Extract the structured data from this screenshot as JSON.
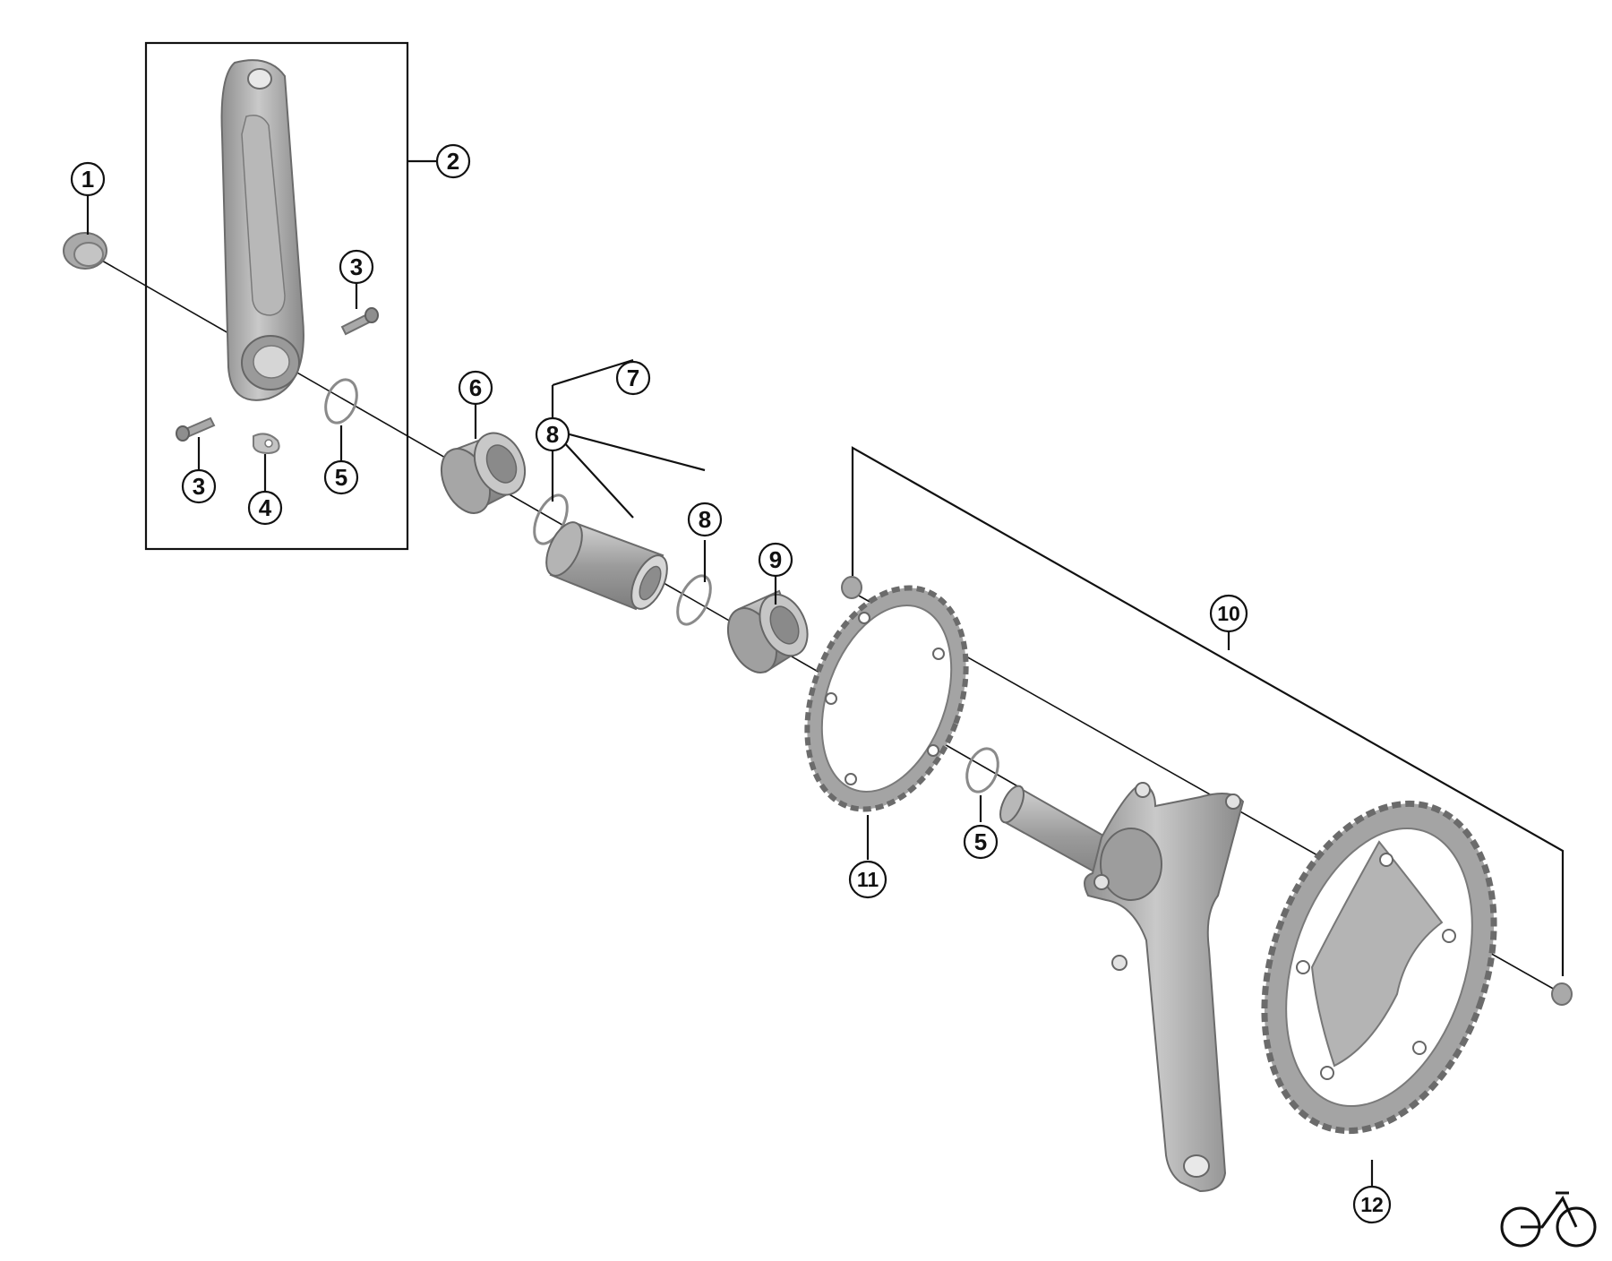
{
  "callouts": [
    {
      "id": "c1",
      "label": "1"
    },
    {
      "id": "c2",
      "label": "2"
    },
    {
      "id": "c3a",
      "label": "3"
    },
    {
      "id": "c3b",
      "label": "3"
    },
    {
      "id": "c4",
      "label": "4"
    },
    {
      "id": "c5a",
      "label": "5"
    },
    {
      "id": "c5b",
      "label": "5"
    },
    {
      "id": "c6",
      "label": "6"
    },
    {
      "id": "c7",
      "label": "7"
    },
    {
      "id": "c8a",
      "label": "8"
    },
    {
      "id": "c8b",
      "label": "8"
    },
    {
      "id": "c9",
      "label": "9"
    },
    {
      "id": "c10",
      "label": "10"
    },
    {
      "id": "c11",
      "label": "11"
    },
    {
      "id": "c12",
      "label": "12"
    }
  ],
  "logo": {
    "icon": "bicycle-icon"
  }
}
